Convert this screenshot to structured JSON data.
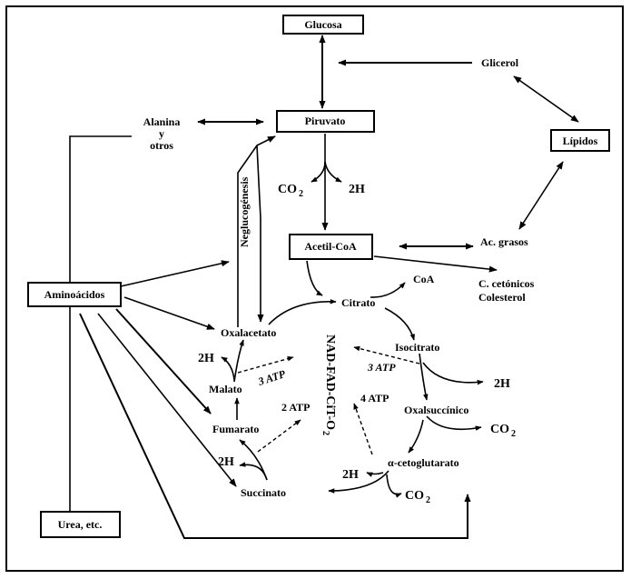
{
  "nodes": {
    "glucosa": "Glucosa",
    "glicerol": "Glicerol",
    "lipidos": "Lípidos",
    "alanina_l1": "Alanina",
    "alanina_l2": "y",
    "alanina_l3": "otros",
    "piruvato": "Piruvato",
    "co2": "CO",
    "co2_sub": "2",
    "h2_pyr": "2H",
    "neglucogenesis": "Neglucogénesis",
    "acetilcoa": "Acetil-CoA",
    "acgrasos": "Ac. grasos",
    "cetonicos": "C. cetónicos",
    "colesterol": "Colesterol",
    "coa": "CoA",
    "citrato": "Citrato",
    "aminoacidos": "Aminoácidos",
    "oxalacetato": "Oxalacetato",
    "isocitrato": "Isocitrato",
    "h2_malato": "2H",
    "atp3_left": "3 ATP",
    "malato": "Malato",
    "atp3_right": "3 ATP",
    "h2_iso": "2H",
    "atp2": "2 ATP",
    "atp4": "4 ATP",
    "oxalsuccinico": "Oxalsuccínico",
    "fumarato": "Fumarato",
    "co2_oxal": "CO",
    "co2_oxal_sub": "2",
    "h2_fum": "2H",
    "cetoglutarato": "α-cetoglutarato",
    "h2_ceto": "2H",
    "succinato": "Succinato",
    "co2_ceto": "CO",
    "co2_ceto_sub": "2",
    "urea": "Urea, etc.",
    "nad_chain": "NAD-FAD-CiT-O",
    "nad_chain_sub": "2"
  }
}
